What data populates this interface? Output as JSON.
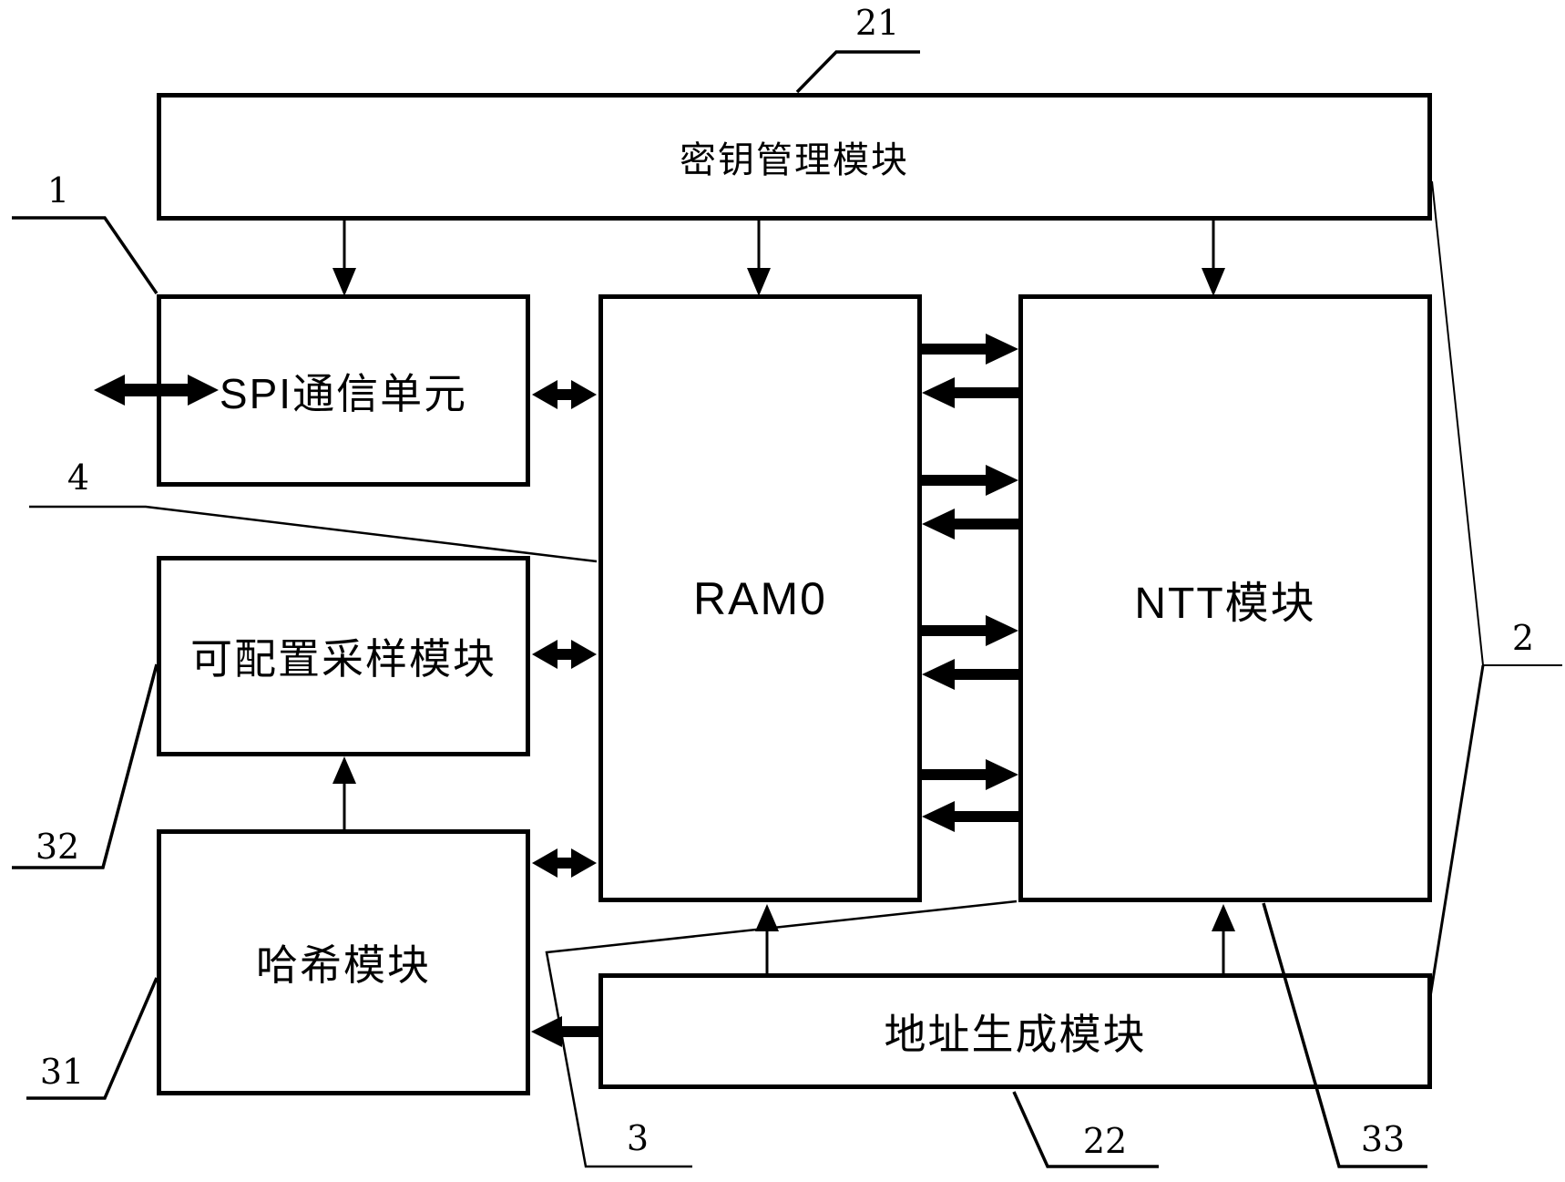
{
  "figure": {
    "background": "#ffffff",
    "line_color": "#000000"
  },
  "blocks": {
    "key_management": {
      "label": "密钥管理模块"
    },
    "spi": {
      "label": "SPI通信单元"
    },
    "sampling": {
      "label": "可配置采样模块"
    },
    "hash": {
      "label": "哈希模块"
    },
    "ram0": {
      "label": "RAM0"
    },
    "ntt": {
      "label": "NTT模块"
    },
    "address_generator": {
      "label": "地址生成模块"
    }
  },
  "reference_labels": {
    "n21": "21",
    "n1": "1",
    "n4": "4",
    "n32": "32",
    "n31": "31",
    "n3": "3",
    "n22": "22",
    "n33": "33",
    "n2": "2"
  }
}
